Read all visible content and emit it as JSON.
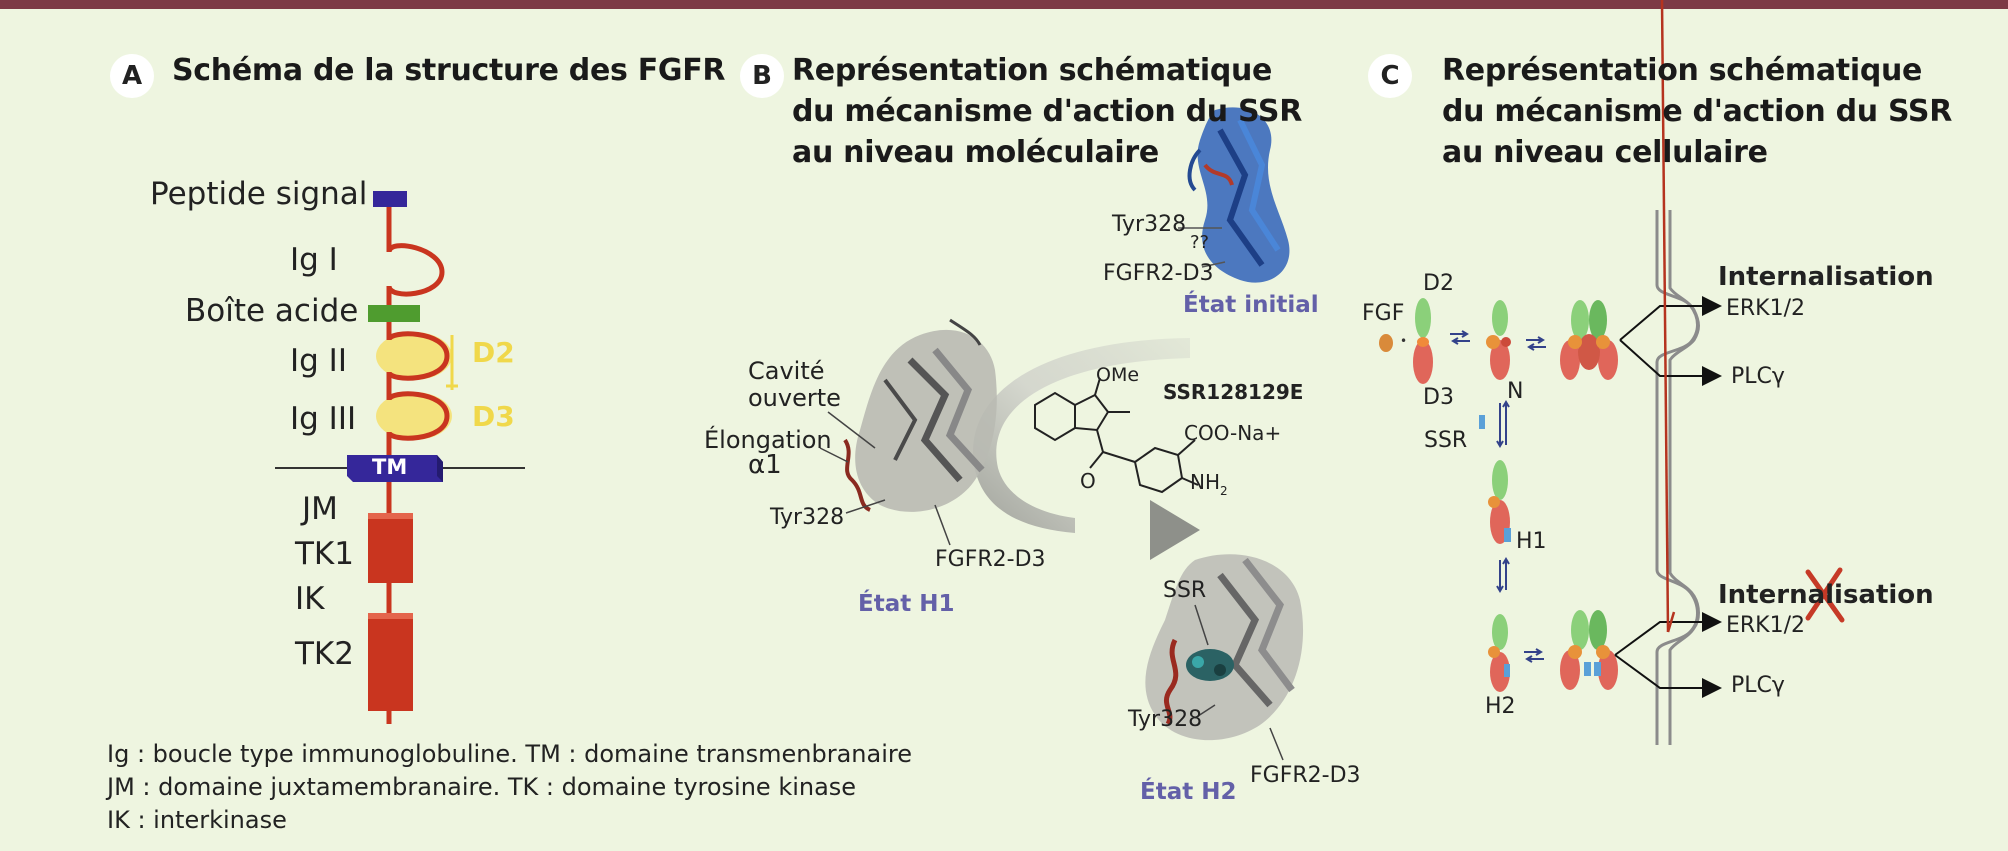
{
  "panel_a": {
    "badge": "A",
    "title": "Schéma de la structure des FGFR",
    "labels": {
      "peptide_signal": "Peptide signal",
      "ig1": "Ig I",
      "boite_acide": "Boîte acide",
      "ig2": "Ig II",
      "ig3": "Ig III",
      "d2": "D2",
      "d3": "D3",
      "tm": "TM",
      "jm": "JM",
      "tk1": "TK1",
      "ik": "IK",
      "tk2": "TK2"
    },
    "legend": [
      "Ig : boucle type immunoglobuline. TM : domaine transmenbranaire",
      "JM : domaine juxtamembranaire. TK : domaine tyrosine kinase",
      "IK : interkinase"
    ]
  },
  "panel_b": {
    "badge": "B",
    "title_lines": [
      "Représentation schématique",
      "du mécanisme d'action du SSR",
      "au niveau moléculaire"
    ],
    "initial": {
      "tyr": "Tyr328",
      "qq": "??",
      "fgfr": "FGFR2-D3",
      "state": "État initial"
    },
    "h1": {
      "cavite": "Cavité",
      "ouverte": "ouverte",
      "elongation": "Élongation",
      "alpha": "α1",
      "tyr": "Tyr328",
      "fgfr": "FGFR2-D3",
      "state": "État H1"
    },
    "compound": {
      "name": "SSR128129E",
      "ome": "OMe",
      "coo": "COO-Na+",
      "o": "O",
      "nh2": "NH",
      "sub2": "2"
    },
    "h2": {
      "ssr": "SSR",
      "tyr": "Tyr328",
      "fgfr": "FGFR2-D3",
      "state": "État H2"
    }
  },
  "panel_c": {
    "badge": "C",
    "title_lines": [
      "Représentation schématique",
      "du mécanisme d'action du SSR",
      "au niveau cellulaire"
    ],
    "labels": {
      "fgf": "FGF",
      "d2": "D2",
      "d3": "D3",
      "n": "N",
      "ssr": "SSR",
      "h1": "H1",
      "h2": "H2",
      "internalisation_top": "Internalisation",
      "erk_top": "ERK1/2",
      "plc_top": "PLCγ",
      "internalisation_bottom": "Internalisation",
      "erk_bottom": "ERK1/2",
      "plc_bottom": "PLCγ"
    }
  },
  "colors": {
    "background": "#eef5e0",
    "top_bar": "#7d3a46",
    "receptor_red": "#c9351f",
    "tm_blue": "#35279a",
    "acid_green": "#4f9c2f",
    "ig_yellow": "#f4e37e",
    "state_purple": "#6360a8",
    "initial_blue": "#2f62b8"
  }
}
